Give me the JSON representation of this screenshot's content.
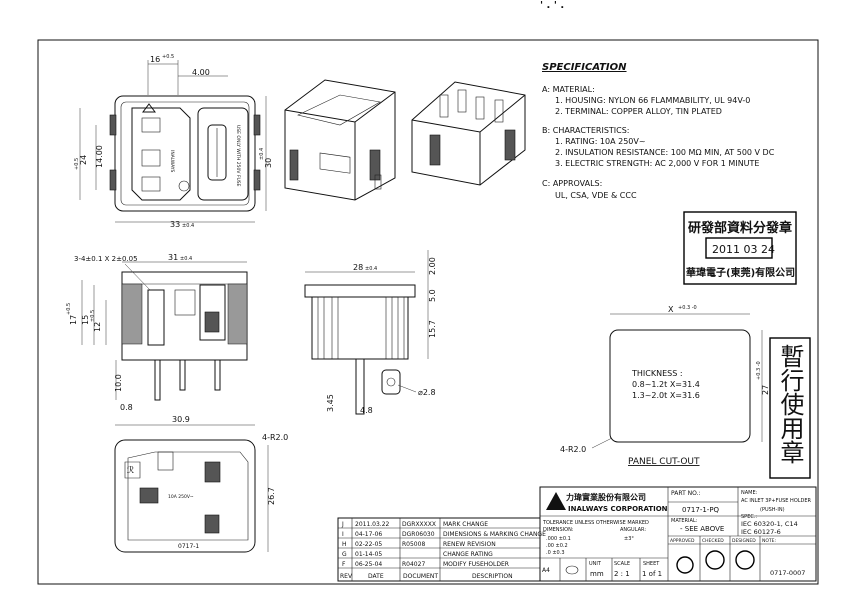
{
  "header_fragment": "' . ' .",
  "spec": {
    "title": "SPECIFICATION",
    "a_head": "A:  MATERIAL:",
    "a1": "1. HOUSING: NYLON 66 FLAMMABILITY, UL 94V-0",
    "a2": "2. TERMINAL: COPPER ALLOY, TIN PLATED",
    "b_head": "B:  CHARACTERISTICS:",
    "b1": "1. RATING: 10A 250V~",
    "b2": "2. INSULATION RESISTANCE: 100 MΩ MIN, AT 500 V DC",
    "b3": "3. ELECTRIC STRENGTH: AC 2,000 V FOR 1 MINUTE",
    "c_head": "C:  APPROVALS:",
    "c1": "UL, CSA, VDE  &  CCC"
  },
  "stamp": {
    "line1": "研發部資料分發章",
    "date": "2011 03 24",
    "line3": "華瑋電子(東莞)有限公司",
    "vertical": "暫行使用章"
  },
  "dims": {
    "top_16": "16",
    "top_16_tol": "+0.5",
    "top_400": "4.00",
    "left_24": "24",
    "left_24_tol": "+0.5",
    "left_1400": "14.00",
    "right_30": "30",
    "right_30_tol": "±0.4",
    "bottom_33": "33",
    "bottom_33_tol": "±0.4",
    "pins": "3-4±0.1 X 2±0.05",
    "sec_31": "31",
    "sec_31_tol": "±0.4",
    "sec_17": "17",
    "sec_17_tol": "+0.5",
    "sec_15": "15",
    "sec_12": "12",
    "sec_12_tol": "±0.5",
    "sec_100": "10.0",
    "sec_08": "0.8",
    "side_28": "28",
    "side_28_tol": "±0.4",
    "side_200": "2.00",
    "side_50": "5.0",
    "side_157": "15.7",
    "side_345": "3.45",
    "side_48": "4.8",
    "side_d28": "⌀2.8",
    "bot_309": "30.9",
    "bot_r2": "4-R2.0",
    "bot_267": "26.7",
    "bot_label": "0717-1",
    "bot_rating": "10A 250V~"
  },
  "panel": {
    "x_label": "X",
    "x_tol": "+0.3 -0",
    "y_label": "27",
    "y_tol": "+0.3 -0",
    "thick_head": "THICKNESS :",
    "thick1": "0.8~1.2t  X=31.4",
    "thick2": "1.3~2.0t  X=31.6",
    "r_label": "4-R2.0",
    "caption": "PANEL CUT-OUT"
  },
  "revisions": [
    {
      "rev": "J",
      "date": "2011.03.22",
      "doc": "DGRXXXXX",
      "desc": "MARK CHANGE"
    },
    {
      "rev": "I",
      "date": "04-17-06",
      "doc": "DGR06030",
      "desc": "DIMENSIONS & MARKING CHANGE"
    },
    {
      "rev": "H",
      "date": "02-22-05",
      "doc": "R05008",
      "desc": "RENEW REVISION"
    },
    {
      "rev": "G",
      "date": "01-14-05",
      "doc": "",
      "desc": "CHANGE RATING"
    },
    {
      "rev": "F",
      "date": "06-25-04",
      "doc": "R04027",
      "desc": "MODIFY FUSEHOLDER"
    }
  ],
  "rev_head": {
    "rev": "REV",
    "date": "DATE",
    "doc": "DOCUMENT",
    "desc": "DESCRIPTION"
  },
  "title_block": {
    "company_cn": "力瑋實業股份有限公司",
    "company_en": "INALWAYS CORPORATION",
    "part_no_label": "PART NO.:",
    "part_no": "0717-1-PQ",
    "name_label": "NAME:",
    "name1": "AC INLET 3P+FUSE HOLDER",
    "name2": "(PUSH-IN)",
    "material_label": "MATERIAL:",
    "material": "- SEE ABOVE",
    "spec_label": "SPEC.:",
    "spec1": "IEC 60320-1, C14",
    "spec2": "IEC 60127-6",
    "tol_head": "TOLERANCE UNLESS OTHERWISE MARKED",
    "tol_dim": "DIMENSION:",
    "tol_ang": "ANGULAR:",
    "tol1": ".000  ±0.1",
    "tol2": ".00  ±0.2",
    "tol3": ".0  ±0.3",
    "tol_ang_val": "±3°",
    "unit_label": "UNIT",
    "unit": "mm",
    "scale_label": "SCALE",
    "scale": "2 : 1",
    "sheet_label": "SHEET",
    "sheet": "1 of 1",
    "approved": "APPROVED",
    "checked": "CHECKED",
    "designed": "DESIGNED",
    "note_label": "NOTE:",
    "note_val": "0717-0007",
    "size": "A4"
  }
}
